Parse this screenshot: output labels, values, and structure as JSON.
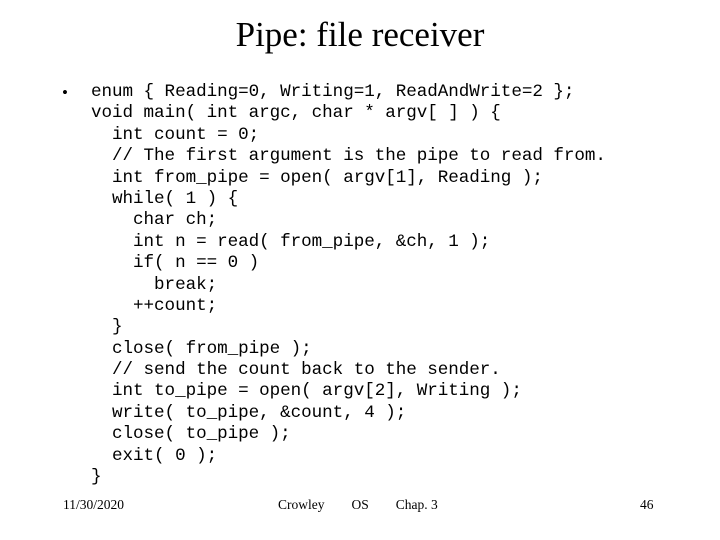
{
  "slide": {
    "title": "Pipe: file receiver",
    "bullet_marker": "•",
    "code_lines": [
      "enum { Reading=0, Writing=1, ReadAndWrite=2 };",
      "void main( int argc, char * argv[ ] ) {",
      "  int count = 0;",
      "  // The first argument is the pipe to read from.",
      "  int from_pipe = open( argv[1], Reading );",
      "  while( 1 ) {",
      "    char ch;",
      "    int n = read( from_pipe, &ch, 1 );",
      "    if( n == 0 )",
      "      break;",
      "    ++count;",
      "  }",
      "  close( from_pipe );",
      "  // send the count back to the sender.",
      "  int to_pipe = open( argv[2], Writing );",
      "  write( to_pipe, &count, 4 );",
      "  close( to_pipe );",
      "  exit( 0 );",
      "}"
    ]
  },
  "footer": {
    "date": "11/30/2020",
    "author": "Crowley",
    "course": "OS",
    "chapter": "Chap. 3",
    "page_number": "46"
  },
  "colors": {
    "background": "#ffffff",
    "text": "#000000"
  }
}
